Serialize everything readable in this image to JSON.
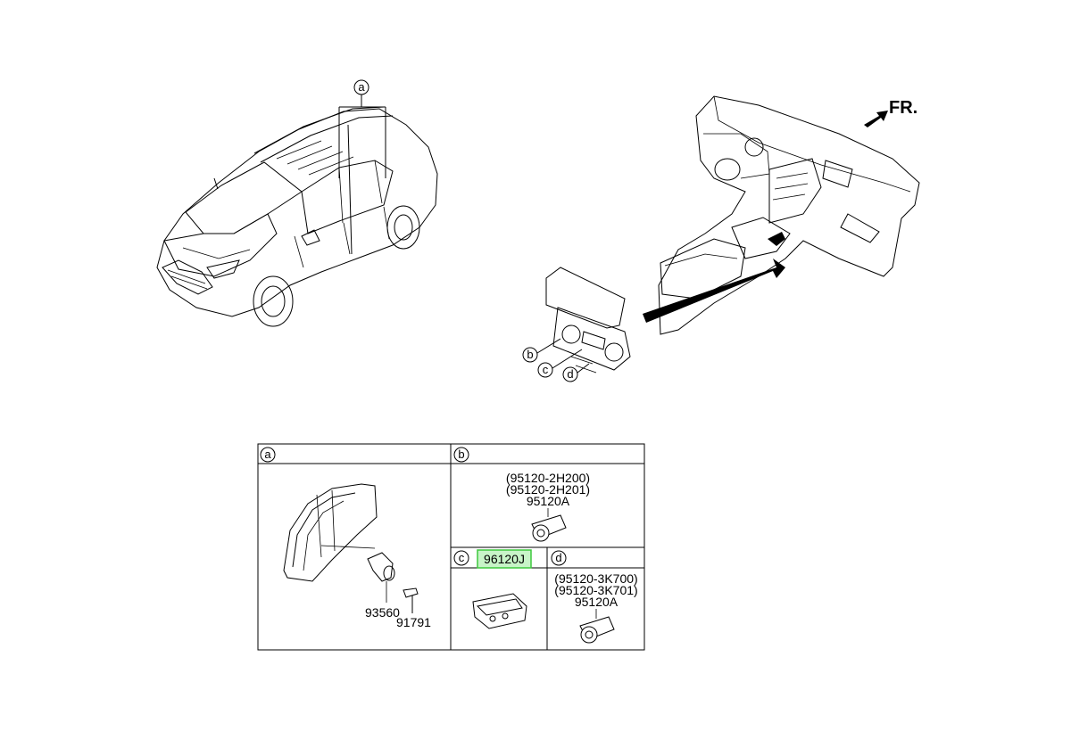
{
  "direction_marker": {
    "text": "FR."
  },
  "callouts": {
    "vehicle": "a",
    "console_b": "b",
    "console_c": "c",
    "console_d": "d"
  },
  "parts_table": {
    "cells": {
      "a": {
        "letter": "a",
        "part_numbers": [
          "93560",
          "91791"
        ]
      },
      "b": {
        "letter": "b",
        "alt_numbers": [
          "(95120-2H200)",
          "(95120-2H201)"
        ],
        "part_number": "95120A"
      },
      "c": {
        "letter": "c",
        "part_number": "96120J",
        "highlight_color": "#7ee07e"
      },
      "d": {
        "letter": "d",
        "alt_numbers": [
          "(95120-3K700)",
          "(95120-3K701)"
        ],
        "part_number": "95120A"
      }
    }
  }
}
